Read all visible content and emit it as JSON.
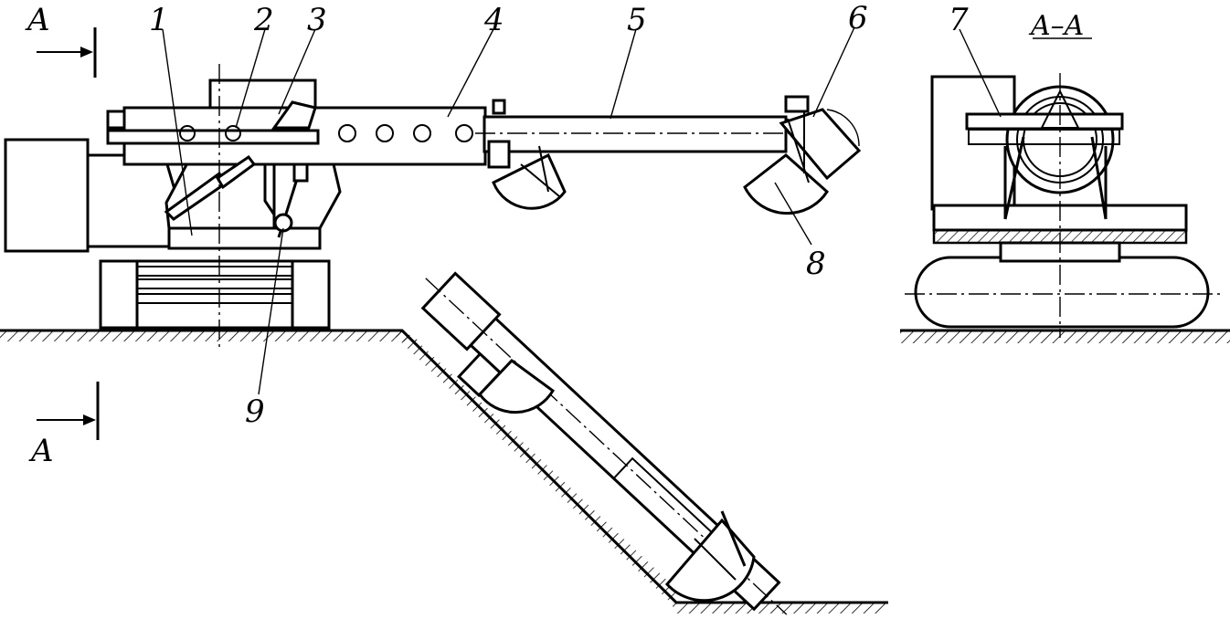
{
  "labels": {
    "n1": "1",
    "n2": "2",
    "n3": "3",
    "n4": "4",
    "n5": "5",
    "n6": "6",
    "n7": "7",
    "n8": "8",
    "n9": "9",
    "sectionTop": "A",
    "sectionBottom": "A",
    "sectionView": "A–A"
  },
  "colors": {
    "ink": "#000000",
    "paper": "#ffffff"
  }
}
